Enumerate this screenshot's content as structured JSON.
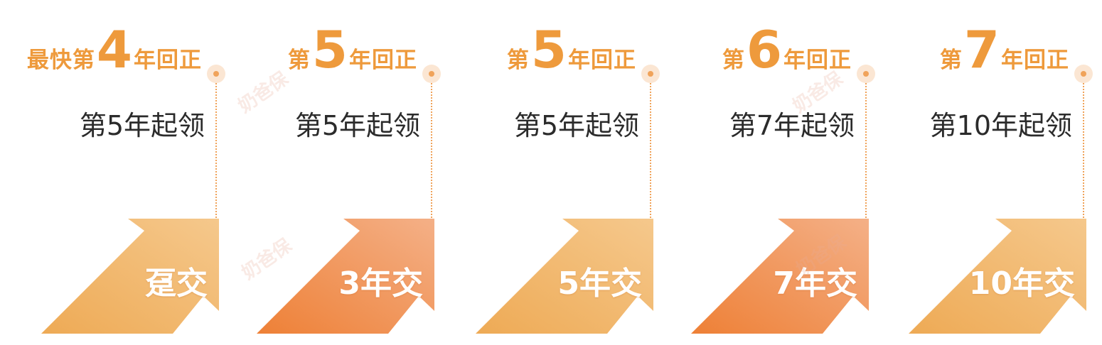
{
  "colors": {
    "accent": "#ee9a3c",
    "dot": "#f0a35a",
    "dot_halo": "#fbe6d3",
    "text_dark": "#2b2b2b",
    "arrow_light_from": "#eeaa55",
    "arrow_light_to": "#f5c88c",
    "arrow_deep_from": "#ee8036",
    "arrow_deep_to": "#f4b087"
  },
  "watermark": "奶爸保",
  "columns": [
    {
      "headline": {
        "prefix": "最快第",
        "number": "4",
        "suffix": "年回正"
      },
      "subtitle": "第5年起领",
      "arrow_label": "趸交",
      "arrow_style": "light",
      "icon": "up-right-arrow-icon"
    },
    {
      "headline": {
        "prefix": "第",
        "number": "5",
        "suffix": "年回正"
      },
      "subtitle": "第5年起领",
      "arrow_label": "3年交",
      "arrow_style": "deep",
      "icon": "up-right-arrow-icon"
    },
    {
      "headline": {
        "prefix": "第",
        "number": "5",
        "suffix": "年回正"
      },
      "subtitle": "第5年起领",
      "arrow_label": "5年交",
      "arrow_style": "light",
      "icon": "up-right-arrow-icon"
    },
    {
      "headline": {
        "prefix": "第",
        "number": "6",
        "suffix": "年回正"
      },
      "subtitle": "第7年起领",
      "arrow_label": "7年交",
      "arrow_style": "deep",
      "icon": "up-right-arrow-icon"
    },
    {
      "headline": {
        "prefix": "第",
        "number": "7",
        "suffix": "年回正"
      },
      "subtitle": "第10年起领",
      "arrow_label": "10年交",
      "arrow_style": "light",
      "icon": "up-right-arrow-icon"
    }
  ]
}
